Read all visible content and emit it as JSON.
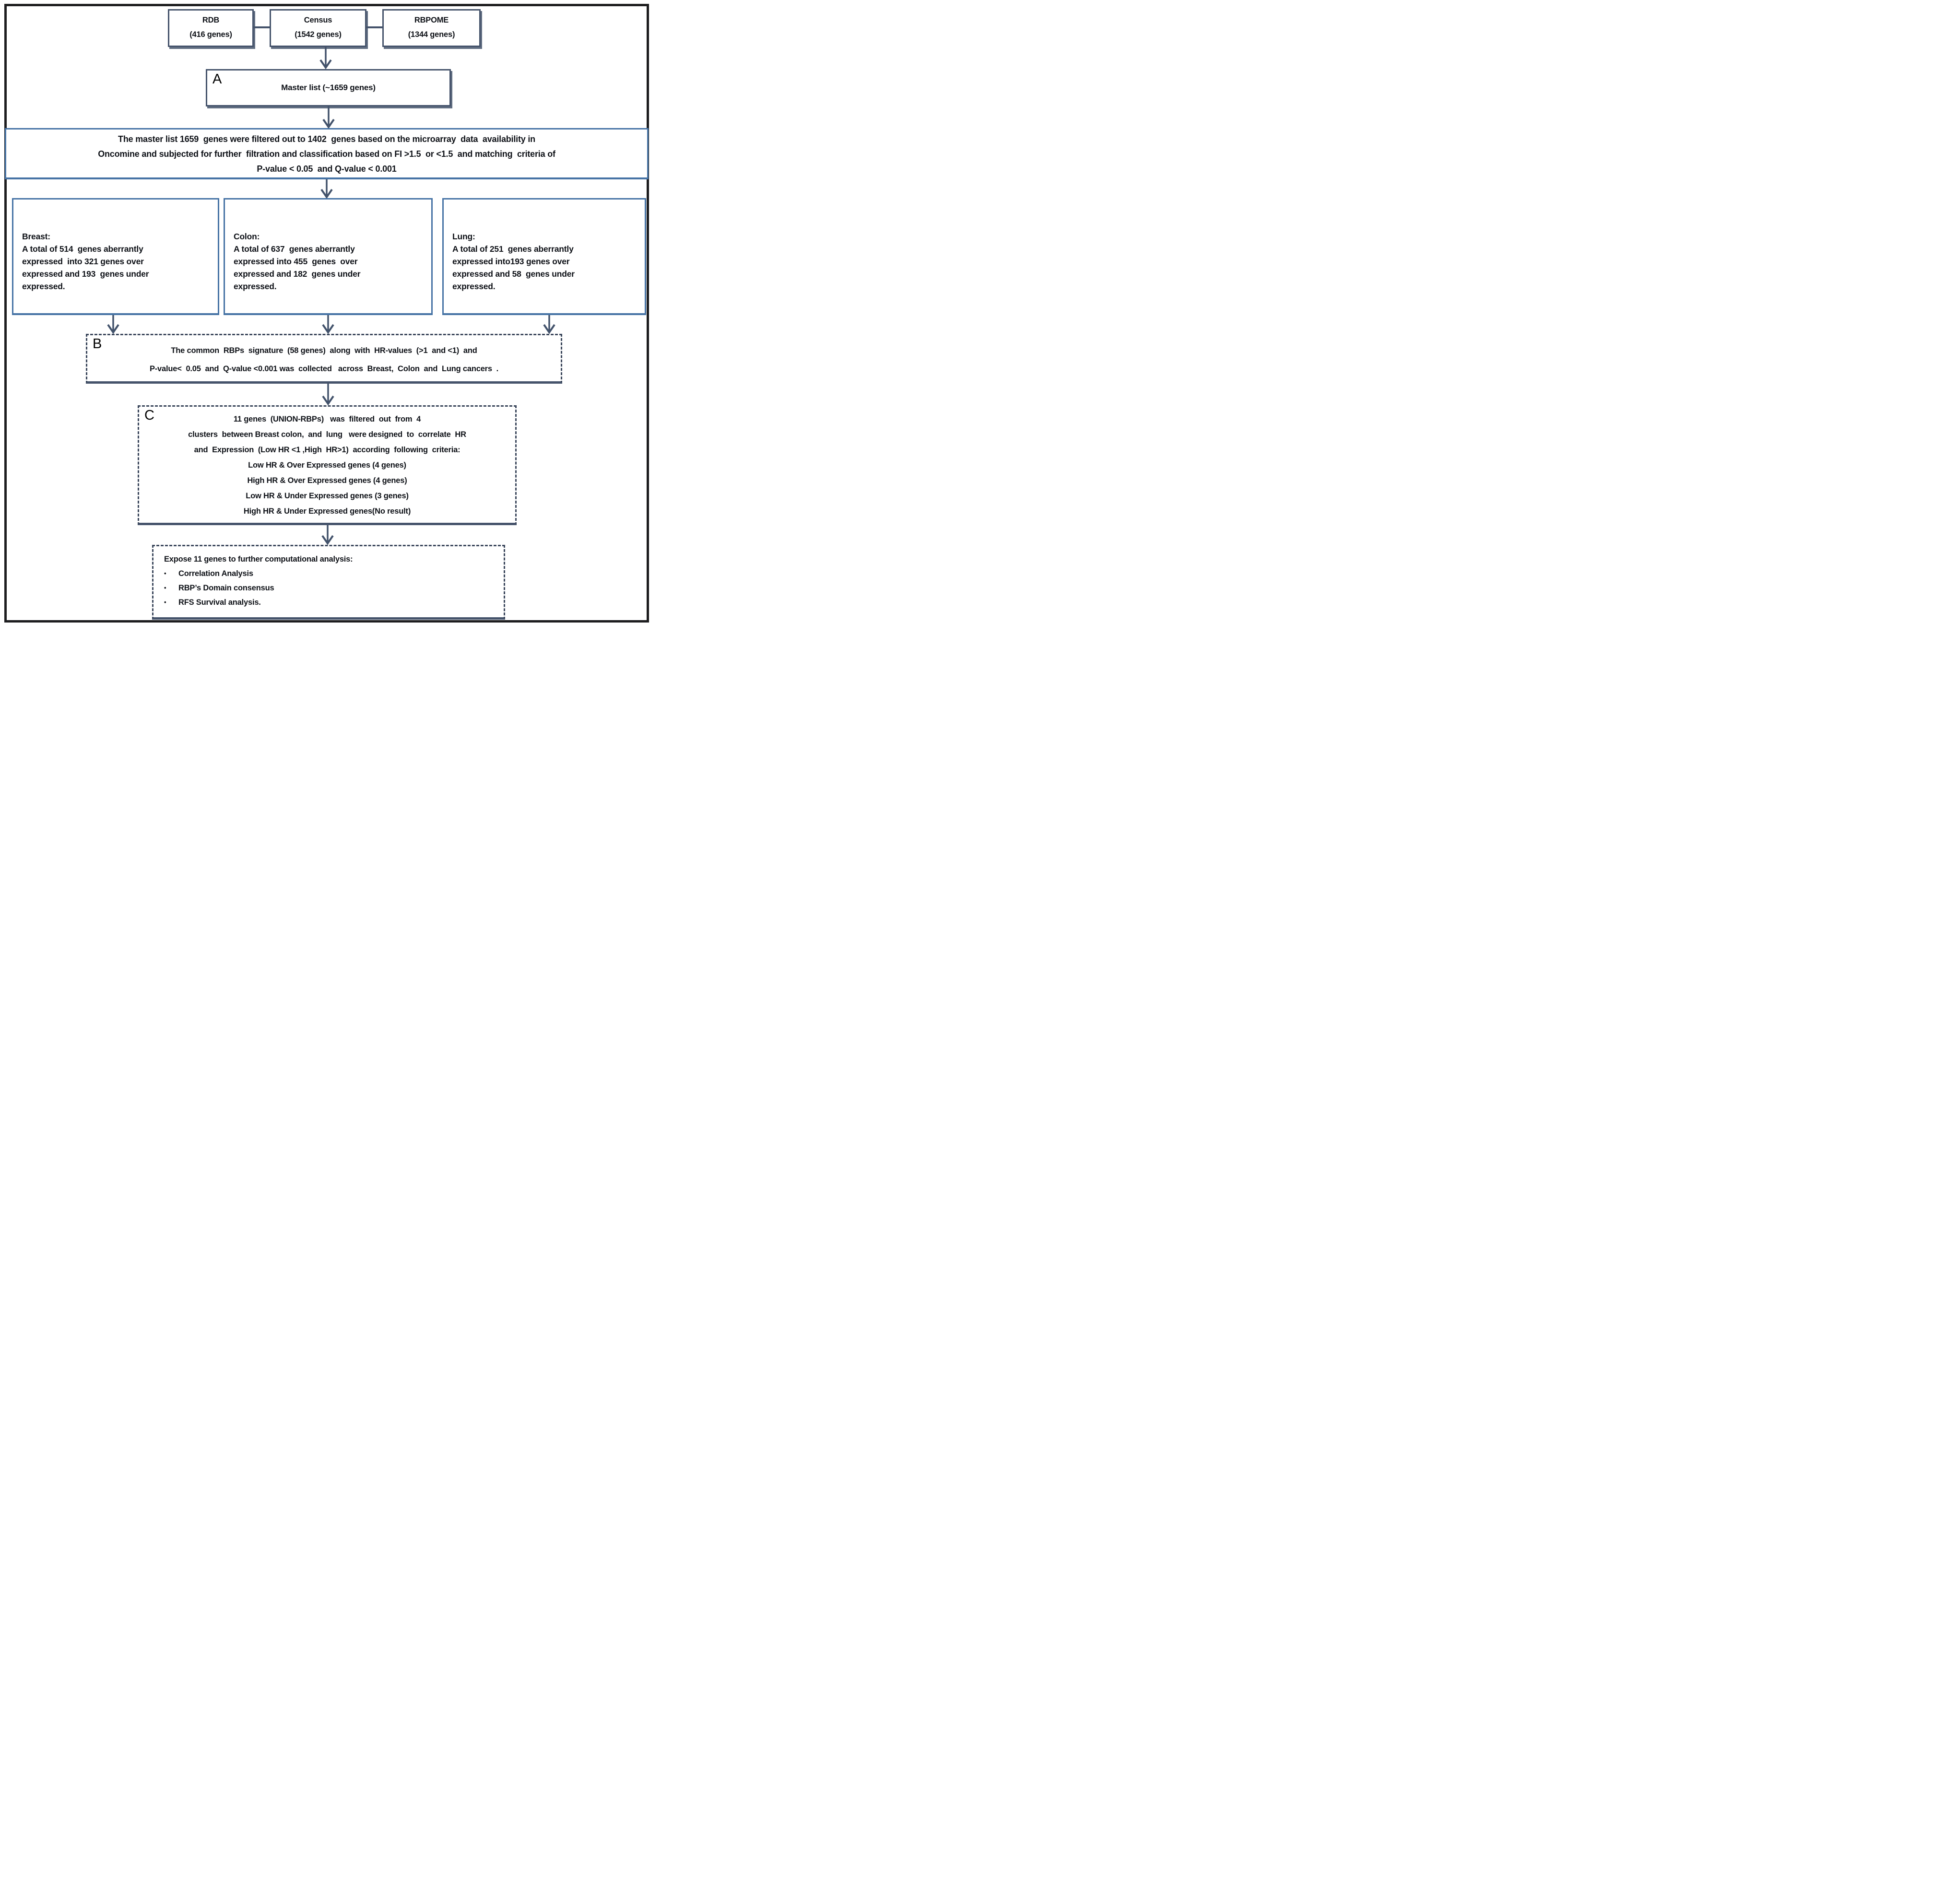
{
  "colors": {
    "box_border_dark": "#45536b",
    "box_border_blue": "#4673a5",
    "dashed_border": "#39455a",
    "arrow": "#42526b",
    "outer_frame": "#1d1d1f",
    "text": "#0d1016"
  },
  "sources": {
    "rdb": {
      "name": "RDB",
      "count": "(416 genes)"
    },
    "census": {
      "name": "Census",
      "count": "(1542 genes)"
    },
    "rbpome": {
      "name": "RBPOME",
      "count": "(1344 genes)"
    }
  },
  "master": {
    "label": "A",
    "title": "Master list  (~1659 genes)"
  },
  "filter": {
    "text": "The master list 1659  genes were filtered out to 1402  genes based on the microarray  data  availability in\nOncomine and subjected for further  filtration and classification based on FI >1.5  or <1.5  and matching  criteria of\nP-value < 0.05  and Q-value < 0.001"
  },
  "cancers": {
    "breast": {
      "title": "Breast:",
      "body": "A total of 514  genes aberrantly\nexpressed  into 321 genes over\nexpressed and 193  genes under\nexpressed."
    },
    "colon": {
      "title": "Colon:",
      "body": "A total of 637  genes aberrantly\nexpressed into 455  genes  over\nexpressed and 182  genes under\nexpressed."
    },
    "lung": {
      "title": "Lung:",
      "body": "A total of 251  genes aberrantly\nexpressed into193 genes over\nexpressed and 58  genes under\nexpressed."
    }
  },
  "signature": {
    "label": "B",
    "text": "The common  RBPs  signature  (58 genes)  along  with  HR-values  (>1  and <1)  and\nP-value<  0.05  and  Q-value <0.001 was  collected   across  Breast,  Colon  and  Lung cancers  ."
  },
  "union": {
    "label": "C",
    "intro": "11 genes  (UNION-RBPs)   was  filtered  out  from  4\nclusters  between Breast colon,  and  lung   were designed  to  correlate  HR\nand  Expression  (Low HR <1 ,High  HR>1)  according  following  criteria:",
    "criteria": [
      "Low HR & Over Expressed genes (4 genes)",
      "High HR & Over Expressed genes (4 genes)",
      "Low HR & Under Expressed genes (3 genes)",
      "High HR & Under Expressed genes(No result)"
    ]
  },
  "expose": {
    "title": "Expose  11 genes to further  computational  analysis:",
    "bullet": "•",
    "items": [
      "Correlation Analysis",
      "RBP’s   Domain consensus",
      "RFS  Survival  analysis."
    ]
  }
}
